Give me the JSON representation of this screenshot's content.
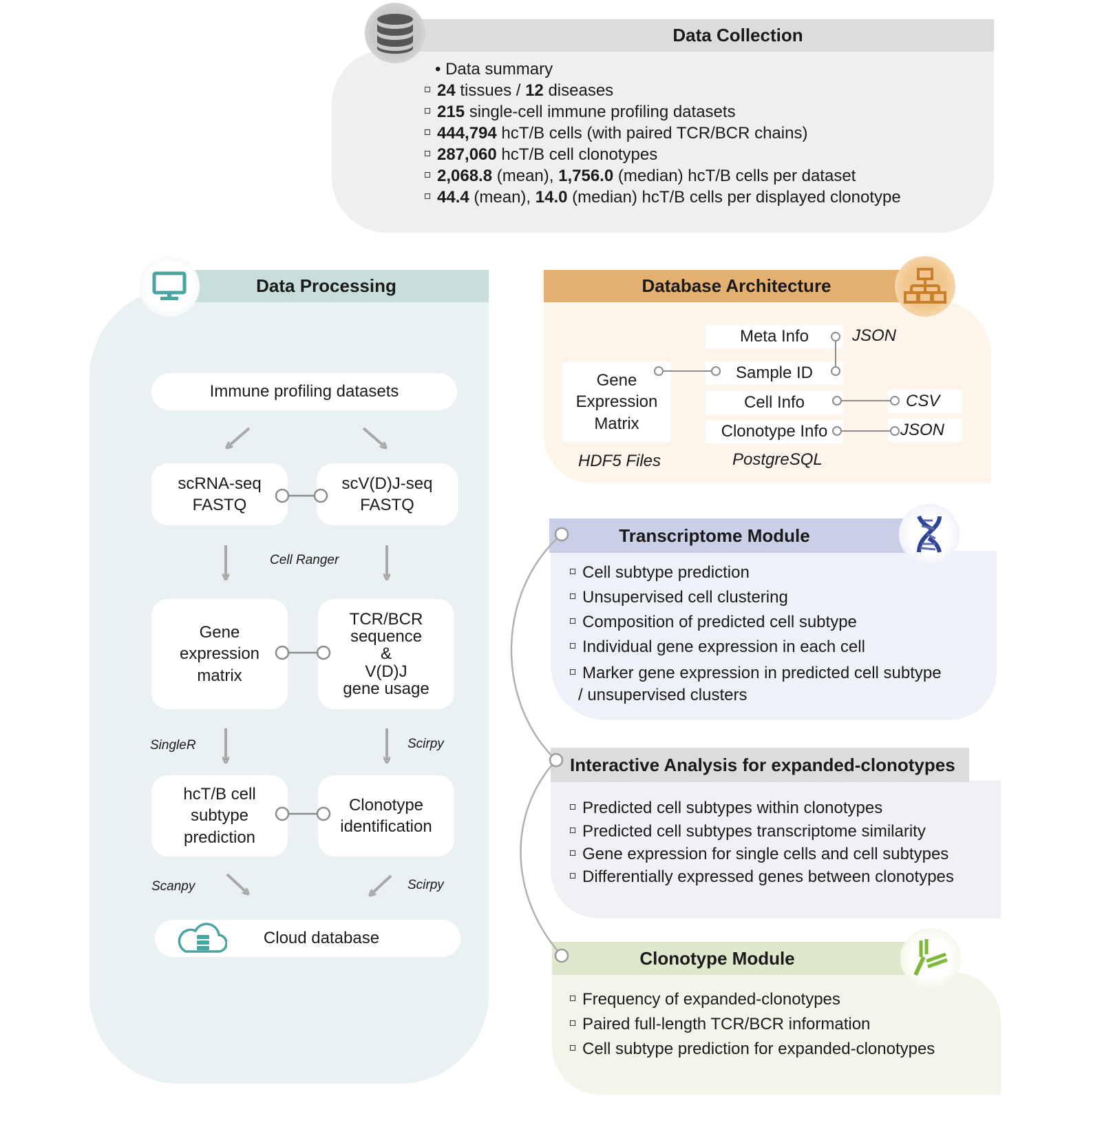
{
  "data_collection": {
    "title": "Data Collection",
    "icon": "database-icon",
    "summary_label": "• Data summary",
    "items": [
      {
        "b1": "24",
        "t1": " tissues / ",
        "b2": "12",
        "t2": " diseases"
      },
      {
        "b1": "215",
        "t1": " single-cell immune profiling datasets",
        "b2": "",
        "t2": ""
      },
      {
        "b1": "444,794",
        "t1": " hcT/B cells (with paired TCR/BCR chains)",
        "b2": "",
        "t2": ""
      },
      {
        "b1": "287,060",
        "t1": " hcT/B cell clonotypes",
        "b2": "",
        "t2": ""
      },
      {
        "b1": "2,068.8",
        "t1": " (mean), ",
        "b2": "1,756.0",
        "t2": " (median) hcT/B cells per dataset"
      },
      {
        "b1": "44.4",
        "t1": " (mean), ",
        "b2": "14.0",
        "t2": " (median) hcT/B cells per displayed clonotype"
      }
    ]
  },
  "data_processing": {
    "title": "Data Processing",
    "icon": "monitor-icon",
    "nodes": {
      "immune": "Immune profiling datasets",
      "scrna": "scRNA-seq\nFASTQ",
      "scvdj": "scV(D)J-seq\nFASTQ",
      "gem": "Gene\nexpression\nmatrix",
      "tcr": "TCR/BCR\nsequence\n&\nV(D)J\ngene usage",
      "subtype": "hcT/B cell\nsubtype\nprediction",
      "clono": "Clonotype\nidentification",
      "cloud": "Cloud database"
    },
    "tools": {
      "cellranger": "Cell Ranger",
      "singler": "SingleR",
      "scirpy1": "Scirpy",
      "scanpy": "Scanpy",
      "scirpy2": "Scirpy"
    }
  },
  "database_architecture": {
    "title": "Database Architecture",
    "icon": "network-icon",
    "gene_matrix": "Gene\nExpression\nMatrix",
    "hdf5": "HDF5 Files",
    "postgres": "PostgreSQL",
    "meta": "Meta Info",
    "sample": "Sample ID",
    "cell": "Cell Info",
    "clonotype": "Clonotype Info",
    "json1": "JSON",
    "csv": "CSV",
    "json2": "JSON"
  },
  "transcriptome": {
    "title": "Transcriptome Module",
    "icon": "dna-icon",
    "items": [
      "Cell subtype prediction",
      "Unsupervised cell clustering",
      "Composition of predicted cell subtype",
      "Individual gene expression in each cell",
      "Marker gene expression in predicted cell subtype",
      "/ unsupervised clusters"
    ]
  },
  "interactive": {
    "title": "Interactive Analysis for expanded-clonotypes",
    "items": [
      "Predicted cell subtypes within clonotypes",
      "Predicted cell subtypes transcriptome similarity",
      "Gene expression for single cells and cell subtypes",
      "Differentially expressed genes between clonotypes"
    ]
  },
  "clonotype": {
    "title": "Clonotype Module",
    "icon": "antibody-icon",
    "items": [
      "Frequency of expanded-clonotypes",
      "Paired full-length TCR/BCR information",
      "Cell subtype prediction for expanded-clonotypes"
    ]
  },
  "colors": {
    "collection_bg": "#efeff2",
    "collection_hdr": "#dcdcdc",
    "processing_bg": "#e9f1f3",
    "processing_hdr": "#c9ddda",
    "arch_bg": "#fdf5ea",
    "arch_hdr": "#e3b072",
    "trans_bg": "#eff1f8",
    "trans_hdr": "#c8cfe6",
    "inter_bg": "#f0f1f4",
    "inter_hdr": "#dcdcdc",
    "clono_bg": "#f2f6ea",
    "clono_hdr": "#dfe8cc"
  }
}
